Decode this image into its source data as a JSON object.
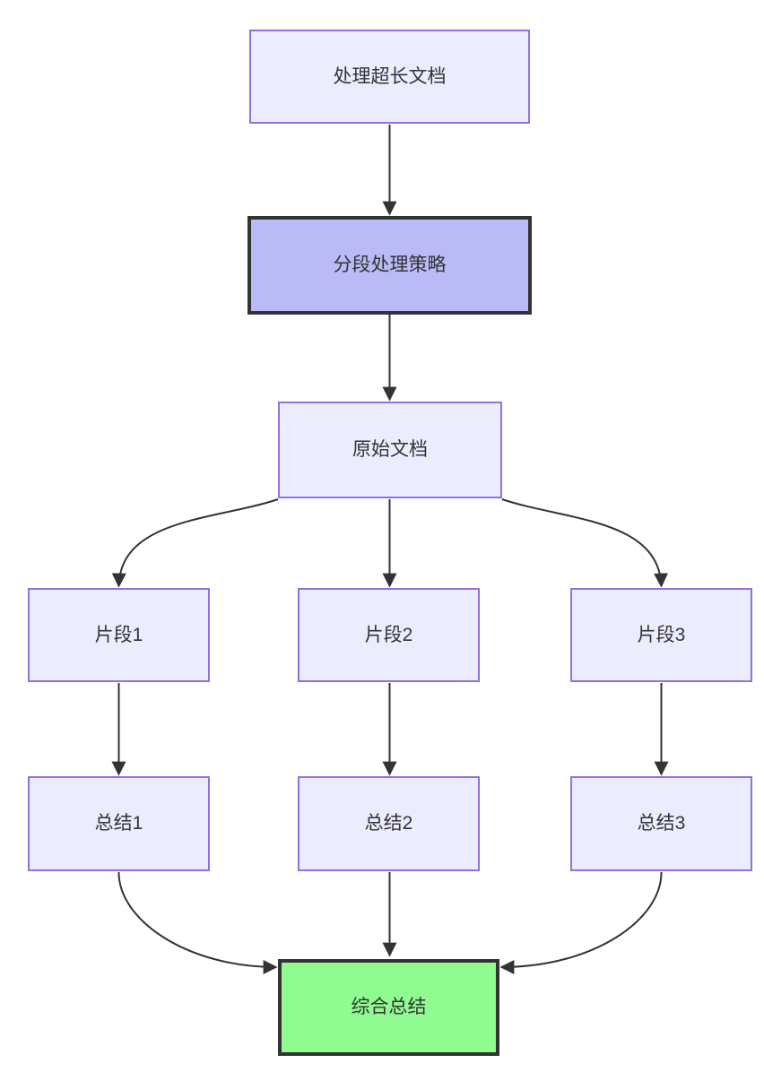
{
  "diagram": {
    "type": "flowchart-top-down",
    "nodes": [
      {
        "id": "A",
        "label": "处理超长文档",
        "style": "default"
      },
      {
        "id": "B",
        "label": "分段处理策略",
        "style": "highlight"
      },
      {
        "id": "C",
        "label": "原始文档",
        "style": "default"
      },
      {
        "id": "D1",
        "label": "片段1",
        "style": "default"
      },
      {
        "id": "D2",
        "label": "片段2",
        "style": "default"
      },
      {
        "id": "D3",
        "label": "片段3",
        "style": "default"
      },
      {
        "id": "E1",
        "label": "总结1",
        "style": "default"
      },
      {
        "id": "E2",
        "label": "总结2",
        "style": "default"
      },
      {
        "id": "E3",
        "label": "总结3",
        "style": "default"
      },
      {
        "id": "F",
        "label": "综合总结",
        "style": "success"
      }
    ],
    "edges": [
      {
        "from": "处理超长文档",
        "to": "分段处理策略"
      },
      {
        "from": "分段处理策略",
        "to": "原始文档"
      },
      {
        "from": "原始文档",
        "to": "片段1"
      },
      {
        "from": "原始文档",
        "to": "片段2"
      },
      {
        "from": "原始文档",
        "to": "片段3"
      },
      {
        "from": "片段1",
        "to": "总结1"
      },
      {
        "from": "片段2",
        "to": "总结2"
      },
      {
        "from": "片段3",
        "to": "总结3"
      },
      {
        "from": "总结1",
        "to": "综合总结"
      },
      {
        "from": "总结2",
        "to": "综合总结"
      },
      {
        "from": "总结3",
        "to": "综合总结"
      }
    ],
    "colors": {
      "background": "#FFFFFF",
      "node_fill": "#ECECFF",
      "node_border": "#9370DB",
      "highlight_fill": "#BABAF7",
      "success_fill": "#90FB90",
      "strong_border": "#333333",
      "edge": "#333333",
      "text": "#333333"
    }
  }
}
